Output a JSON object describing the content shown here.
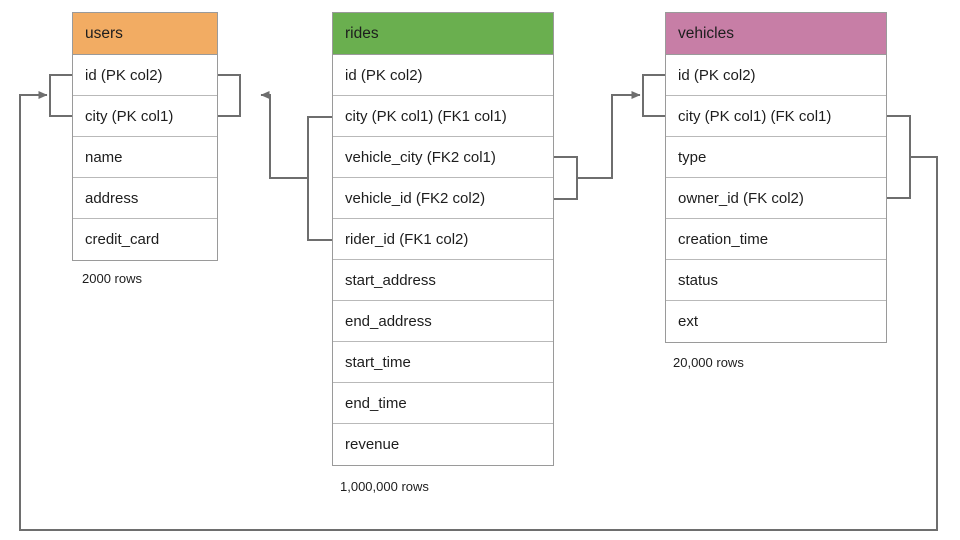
{
  "diagram": {
    "title": "ride-sharing schema entity relationship diagram",
    "background": "#ffffff",
    "connector_color": "#6e6e6e"
  },
  "tables": [
    {
      "id": "users",
      "name": "users",
      "header_color": "#f2ac63",
      "row_count_label": "2000 rows",
      "columns": [
        {
          "label": "id (PK col2)"
        },
        {
          "label": "city (PK col1)"
        },
        {
          "label": "name"
        },
        {
          "label": "address"
        },
        {
          "label": "credit_card"
        }
      ]
    },
    {
      "id": "rides",
      "name": "rides",
      "header_color": "#6aaf4f",
      "row_count_label": "1,000,000 rows",
      "columns": [
        {
          "label": "id (PK col2)"
        },
        {
          "label": "city (PK col1) (FK1 col1)"
        },
        {
          "label": "vehicle_city (FK2 col1)"
        },
        {
          "label": "vehicle_id (FK2 col2)"
        },
        {
          "label": "rider_id (FK1 col2)"
        },
        {
          "label": "start_address"
        },
        {
          "label": "end_address"
        },
        {
          "label": "start_time"
        },
        {
          "label": "end_time"
        },
        {
          "label": "revenue"
        }
      ]
    },
    {
      "id": "vehicles",
      "name": "vehicles",
      "header_color": "#c77ea6",
      "row_count_label": "20,000 rows",
      "columns": [
        {
          "label": "id (PK col2)"
        },
        {
          "label": "city (PK col1) (FK col1)"
        },
        {
          "label": "type"
        },
        {
          "label": "owner_id (FK col2)"
        },
        {
          "label": "creation_time"
        },
        {
          "label": "status"
        },
        {
          "label": "ext"
        }
      ]
    }
  ],
  "relationships": [
    {
      "id": "rides-fk1-to-users",
      "from_table": "rides",
      "from_columns": [
        "city (PK col1) (FK1 col1)",
        "rider_id (FK1 col2)"
      ],
      "to_table": "users",
      "to_columns": [
        "id (PK col2)",
        "city (PK col1)"
      ],
      "arrow": "to-users"
    },
    {
      "id": "rides-fk2-to-vehicles",
      "from_table": "rides",
      "from_columns": [
        "vehicle_city (FK2 col1)",
        "vehicle_id (FK2 col2)"
      ],
      "to_table": "vehicles",
      "to_columns": [
        "id (PK col2)",
        "city (PK col1)"
      ],
      "arrow": "to-vehicles"
    },
    {
      "id": "vehicles-fk-to-users",
      "from_table": "vehicles",
      "from_columns": [
        "city (PK col1) (FK col1)",
        "owner_id (FK col2)"
      ],
      "to_table": "users",
      "to_columns": [
        "id (PK col2)",
        "city (PK col1)"
      ],
      "arrow": "to-users"
    }
  ]
}
